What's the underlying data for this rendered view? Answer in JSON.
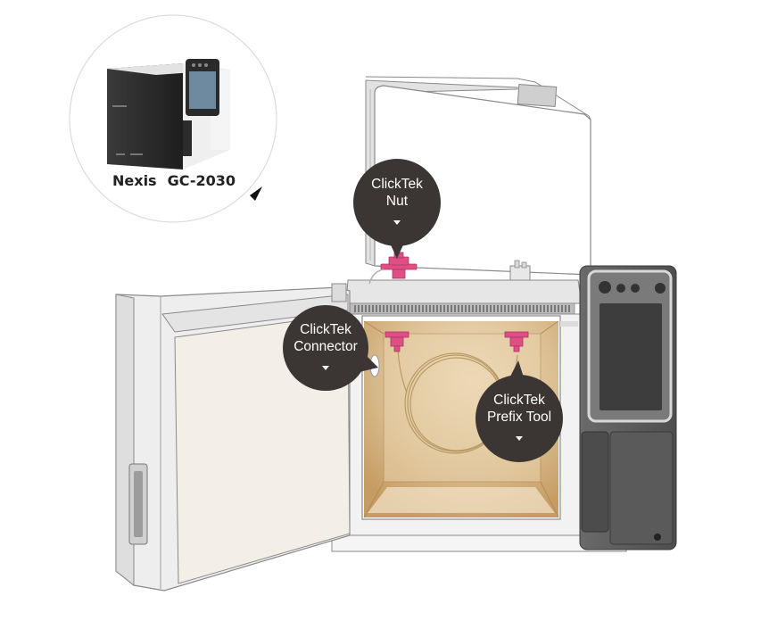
{
  "product": {
    "model_left": "Nexis",
    "model_right": "GC-2030"
  },
  "callouts": [
    {
      "id": "nut",
      "label": "ClickTek\nNut"
    },
    {
      "id": "connector",
      "label": "ClickTek\nConnector"
    },
    {
      "id": "prefix",
      "label": "ClickTek\nPrefix Tool"
    }
  ],
  "colors": {
    "callout_bg": "#3b3634",
    "clicktek_pink": "#e04f84",
    "oven_interior": "#d9b98a",
    "panel_dark": "#5b5b5b"
  },
  "icons": [
    "caret-down-icon",
    "expand-triangle-icon"
  ]
}
